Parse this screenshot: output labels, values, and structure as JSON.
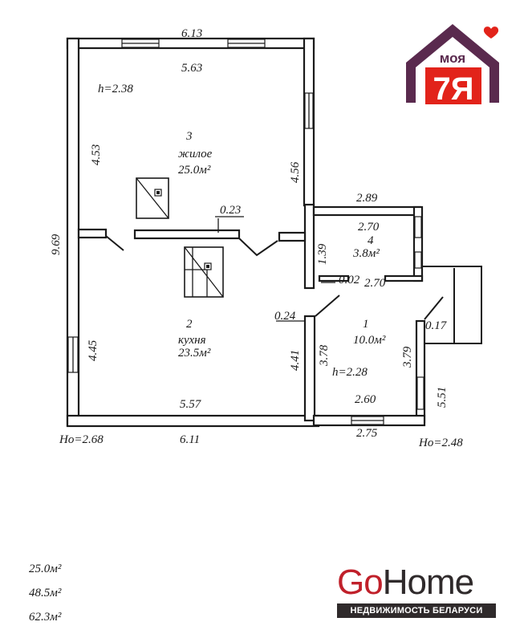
{
  "dimensions": {
    "top_outer": "6.13",
    "top_inner": "5.63",
    "ceiling_height_main": "h=2.38",
    "left_room3": "4.53",
    "left_total": "9.69",
    "room3_right": "4.56",
    "partition_thickness": "0.23",
    "annex_top_outer": "2.89",
    "annex_top_inner": "2.70",
    "room4_right": "1.39",
    "wall_gap": "0.02",
    "room1_width_mid": "2.70",
    "wall_thickness_mid": "0.24",
    "door_gap_right": "0.17",
    "left_room2": "4.45",
    "room2_right": "4.41",
    "room1_left": "3.78",
    "ceiling_height_annex": "h=2.28",
    "room1_right": "3.79",
    "room2_bottom_inner": "5.57",
    "room1_bottom_inner": "2.60",
    "annex_right_outer": "5.51",
    "ground_level_left": "Ho=2.68",
    "bottom_outer": "6.11",
    "annex_bottom_outer": "2.75",
    "ground_level_right": "Ho=2.48"
  },
  "rooms": [
    {
      "number": "3",
      "name": "жилое",
      "area": "25.0м²"
    },
    {
      "number": "2",
      "name": "кухня",
      "area": "23.5м²"
    },
    {
      "number": "4",
      "name": "",
      "area": "3.8м²"
    },
    {
      "number": "1",
      "name": "",
      "area": "10.0м²"
    }
  ],
  "totals": [
    "25.0м²",
    "48.5м²",
    "62.3м²"
  ],
  "logos": {
    "moya": "моя 7Я",
    "moya_colors": {
      "roof": "#5a2a4e",
      "badge": "#e2231a",
      "heart": "#e2231a"
    },
    "gohome_word": [
      "Go",
      "Home"
    ],
    "gohome_tagline": "НЕДВИЖИМОСТЬ БЕЛАРУСИ",
    "gohome_colors": {
      "go": "#c0202a",
      "home": "#2f2a2b"
    }
  }
}
